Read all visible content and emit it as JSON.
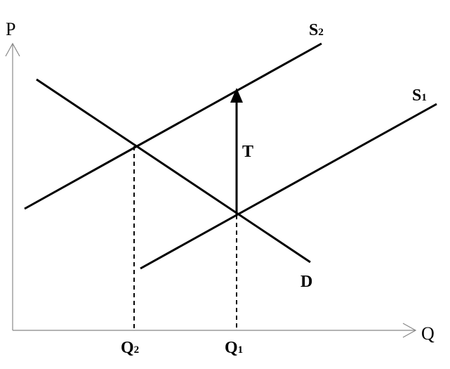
{
  "axes": {
    "y_label": "P",
    "x_label": "Q"
  },
  "curves": {
    "supply_1": {
      "label": "S",
      "subscript": "1"
    },
    "supply_2": {
      "label": "S",
      "subscript": "2"
    },
    "demand": {
      "label": "D"
    }
  },
  "tax": {
    "label": "T"
  },
  "quantities": {
    "q1": {
      "label": "Q",
      "subscript": "1"
    },
    "q2": {
      "label": "Q",
      "subscript": "2"
    }
  },
  "colors": {
    "axis": "#888888",
    "ink": "#000000",
    "background": "#ffffff"
  }
}
